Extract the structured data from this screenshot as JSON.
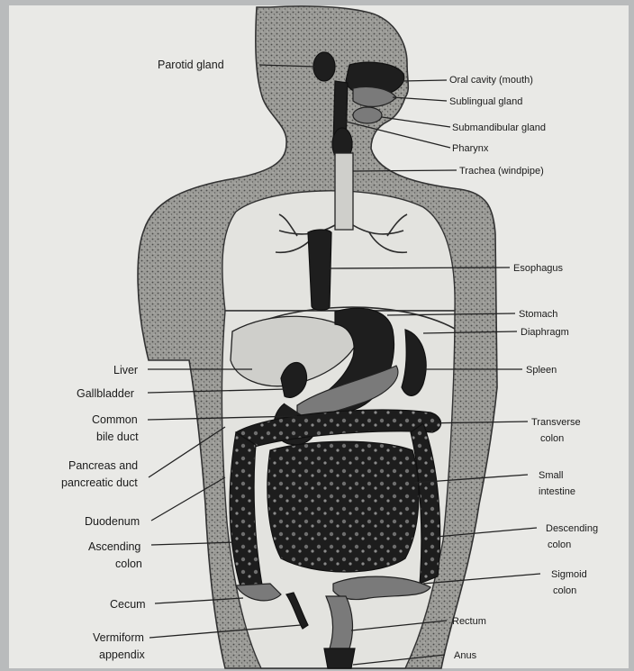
{
  "labels": {
    "parotid_gland": "Parotid gland",
    "oral_cavity": "Oral cavity (mouth)",
    "sublingual_gland": "Sublingual gland",
    "submandibular_gland": "Submandibular gland",
    "pharynx": "Pharynx",
    "trachea": "Trachea (windpipe)",
    "esophagus": "Esophagus",
    "stomach": "Stomach",
    "diaphragm": "Diaphragm",
    "liver": "Liver",
    "spleen": "Spleen",
    "gallbladder": "Gallbladder",
    "common_bile_duct": [
      "Common",
      "bile duct"
    ],
    "transverse_colon": [
      "Transverse",
      "colon"
    ],
    "pancreas": [
      "Pancreas and",
      "pancreatic duct"
    ],
    "small_intestine": [
      "Small",
      "intestine"
    ],
    "duodenum": "Duodenum",
    "descending_colon": [
      "Descending",
      "colon"
    ],
    "ascending_colon": [
      "Ascending",
      "colon"
    ],
    "sigmoid_colon": [
      "Sigmoid",
      "colon"
    ],
    "cecum": "Cecum",
    "rectum": "Rectum",
    "vermiform_appendix": [
      "Vermiform",
      "appendix"
    ],
    "anus": "Anus"
  }
}
